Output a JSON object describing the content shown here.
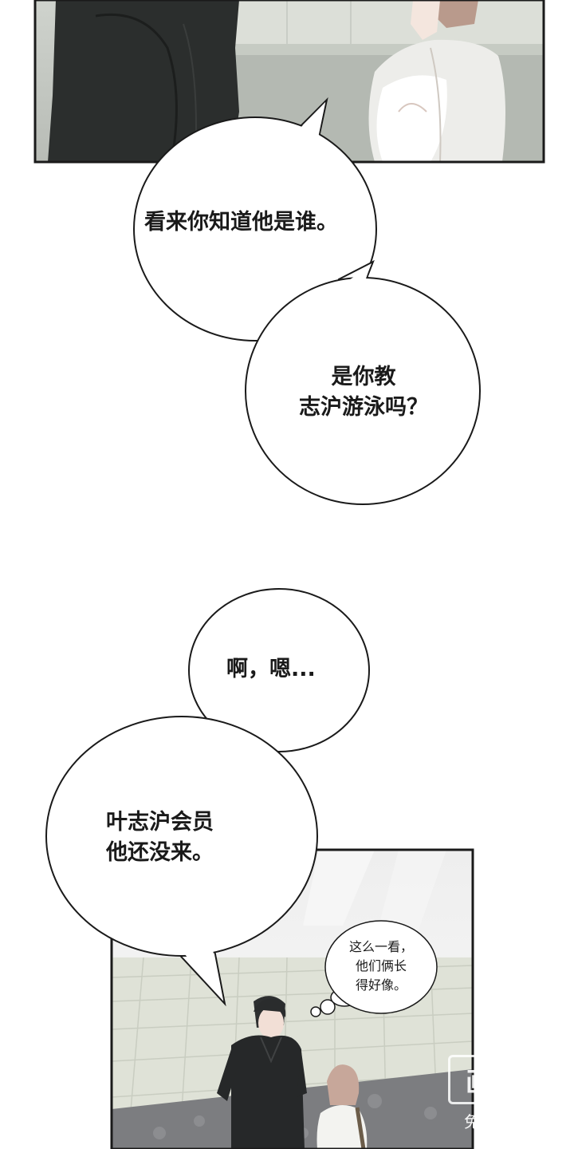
{
  "bubbles": [
    {
      "text": "看来你知道他是谁。"
    },
    {
      "line1": "是你教",
      "line2": "志沪游泳吗？"
    },
    {
      "text": "啊，嗯..."
    },
    {
      "line1": "叶志沪会员",
      "line2": "他还没来。"
    }
  ],
  "thought": {
    "line1": "这么一看，",
    "line2": "他们俩长",
    "line3": "得好像。"
  },
  "watermark": {
    "logo": "画涯",
    "caption": "免费漫画"
  },
  "colors": {
    "ink": "#1a1a1a",
    "paper": "#ffffff",
    "tile": "#dfe2d7"
  }
}
